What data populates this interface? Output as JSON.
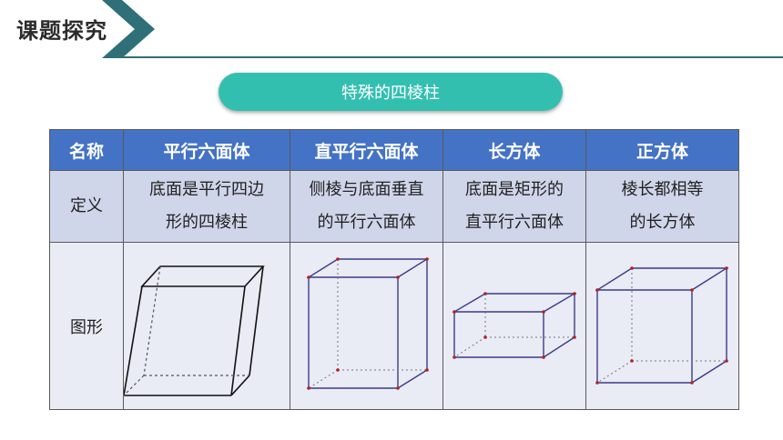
{
  "header": {
    "title": "课题探究"
  },
  "pill": {
    "label": "特殊的四棱柱"
  },
  "table": {
    "headers": [
      "名称",
      "平行六面体",
      "直平行六面体",
      "长方体",
      "正方体"
    ],
    "definition_row": {
      "label": "定义",
      "cells": [
        {
          "line1": "底面是平行四边",
          "line2": "形的四棱柱"
        },
        {
          "line1": "侧棱与底面垂直",
          "line2": "的平行六面体"
        },
        {
          "line1": "底面是矩形的",
          "line2": "直平行六面体"
        },
        {
          "line1": "棱长都相等",
          "line2": "的长方体"
        }
      ]
    },
    "figure_row": {
      "label": "图形"
    }
  },
  "colors": {
    "header_line": "#2f6f77",
    "pill": "#33bfb0",
    "table_header": "#4472c4",
    "def_row": "#cfd6ea",
    "fig_row": "#e9ebf5",
    "figure_edges": "#3b3b8a"
  }
}
